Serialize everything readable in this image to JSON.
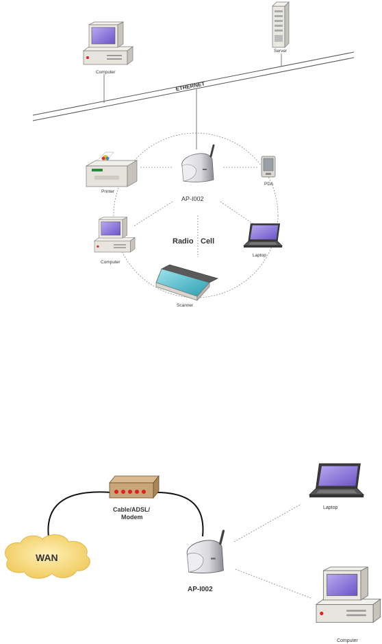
{
  "diagram1": {
    "server_label": "Server",
    "computer_top_label": "Computer",
    "ethernet_label": "ETHERNET",
    "printer_label": "Printer",
    "ap_label": "AP-I002",
    "pda_label": "PDA",
    "radio_label": "Radio",
    "cell_label": "Cell",
    "computer_left_label": "Computer",
    "laptop_label": "Laptop",
    "scanner_label": "Scanner"
  },
  "diagram2": {
    "modem_label_line1": "Cable/ADSL/",
    "modem_label_line2": "Modem",
    "wan_label": "WAN",
    "ap_label": "AP-I002",
    "laptop_label": "Laptop",
    "computer_label": "Computer"
  },
  "colors": {
    "screen": "#8e7fd6",
    "device_body": "#e6e3dc",
    "modem_body": "#c9a57a",
    "modem_led": "#e02020",
    "wan_cloud": "#f5d77a",
    "scanner_glass": "#46b9c9"
  }
}
